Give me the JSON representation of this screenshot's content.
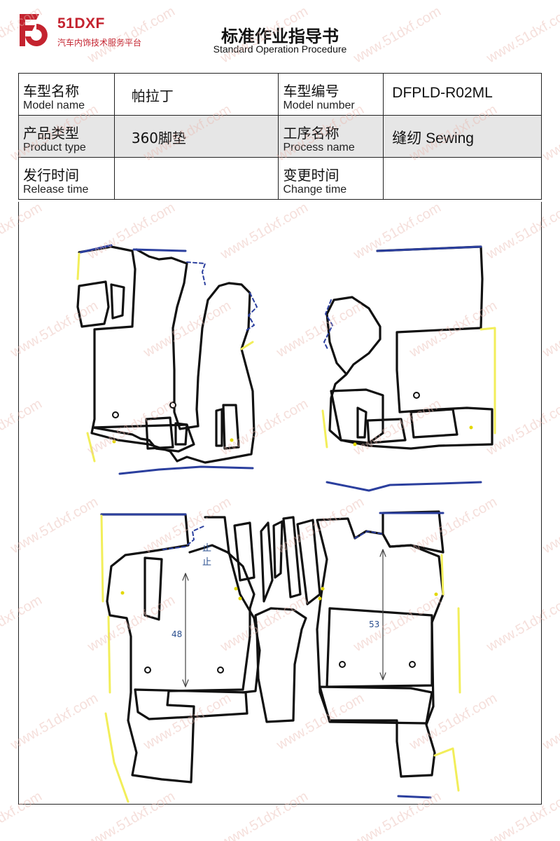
{
  "header": {
    "logo_text": "51DXF",
    "logo_tagline": "汽车内饰技术服务平台",
    "title_cn": "标准作业指导书",
    "title_en": "Standard Operation Procedure"
  },
  "info_table": {
    "model_name_cn": "车型名称",
    "model_name_en": "Model name",
    "model_name_value": "帕拉丁",
    "model_number_cn": "车型编号",
    "model_number_en": "Model number",
    "model_number_value": "DFPLD-R02ML",
    "product_type_cn": "产品类型",
    "product_type_en": "Product type",
    "product_type_value": "360脚垫",
    "process_name_cn": "工序名称",
    "process_name_en": "Process name",
    "process_name_value": "缝纫 Sewing",
    "release_time_cn": "发行时间",
    "release_time_en": "Release time",
    "release_time_value": "",
    "change_time_cn": "变更时间",
    "change_time_en": "Change time",
    "change_time_value": ""
  },
  "drawing": {
    "dimension_left": "48",
    "dimension_right": "53",
    "stop_marks": [
      "止",
      "止"
    ],
    "outline_color": "#111111",
    "edge_blue": "#2b3f9e",
    "edge_yellow": "#f2ee5a",
    "dot_yellow": "#e3d800"
  },
  "watermark": {
    "text": "www.51dxf.com",
    "color": "#e8b8b0"
  }
}
